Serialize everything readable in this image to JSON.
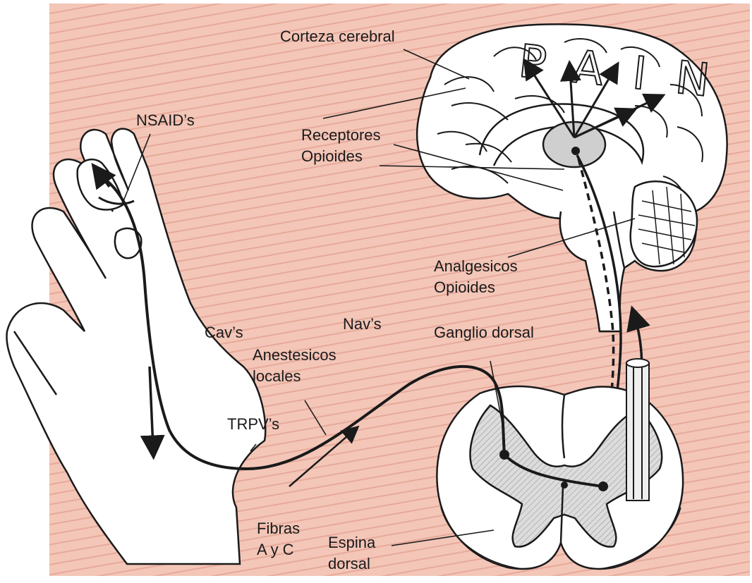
{
  "colors": {
    "background_panel": "#f3c6b8",
    "stripe": "#e7a999",
    "line": "#1a1a1a",
    "tissue": "#ffffff",
    "grey_matter": "#d9d9d9"
  },
  "brain_word": "PAIN",
  "labels": {
    "corteza": "Corteza cerebral",
    "nsaid": "NSAID’s",
    "receptores_1": "Receptores",
    "receptores_2": "Opioides",
    "analgesicos_1": "Analgesicos",
    "analgesicos_2": "Opioides",
    "cav": "Cav’s",
    "nav": "Nav’s",
    "anestesicos_1": "Anestesicos",
    "anestesicos_2": "locales",
    "ganglio": "Ganglio dorsal",
    "trpv": "TRPV’s",
    "fibras_1": "Fibras",
    "fibras_2": "A y C",
    "espina_1": "Espina",
    "espina_2": "dorsal"
  }
}
